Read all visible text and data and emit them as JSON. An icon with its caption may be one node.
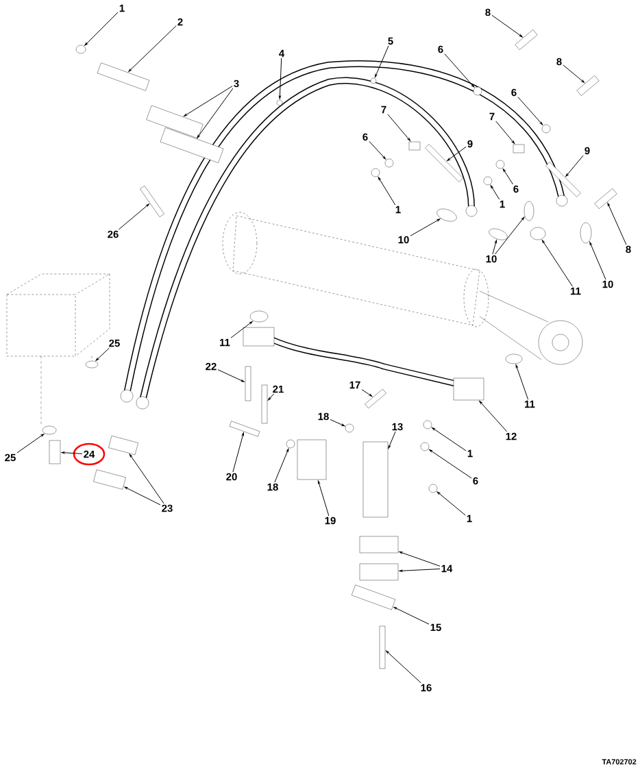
{
  "diagram": {
    "nodes": [
      {
        "text": [
          "1"
        ]
      },
      {
        "text": [],
        "shape": "circle"
      },
      {
        "text": [
          "2"
        ]
      },
      {
        "text": [],
        "shape": "box"
      },
      {
        "text": [
          "3"
        ]
      },
      {
        "text": [],
        "shape": "box"
      },
      {
        "text": [],
        "shape": "box"
      },
      {
        "text": [
          "4"
        ]
      },
      {
        "text": [],
        "shape": "circle"
      },
      {
        "text": [
          "5"
        ]
      },
      {
        "text": [],
        "shape": "circle"
      },
      {
        "text": [
          "8"
        ]
      },
      {
        "text": [],
        "shape": "box"
      },
      {
        "text": [
          "6"
        ]
      },
      {
        "text": [],
        "shape": "circle"
      },
      {
        "text": [
          "8"
        ]
      },
      {
        "text": [],
        "shape": "box"
      },
      {
        "text": [
          "6"
        ]
      },
      {
        "text": [],
        "shape": "circle"
      },
      {
        "text": [
          "7"
        ]
      },
      {
        "text": [],
        "shape": "box"
      },
      {
        "text": [
          "7"
        ]
      },
      {
        "text": [],
        "shape": "box"
      },
      {
        "text": [
          "9"
        ]
      },
      {
        "text": [],
        "shape": "box"
      },
      {
        "text": [
          "6"
        ]
      },
      {
        "text": [],
        "shape": "circle"
      },
      {
        "text": [
          "9"
        ]
      },
      {
        "text": [],
        "shape": "box"
      },
      {
        "text": [
          "1"
        ]
      },
      {
        "text": [],
        "shape": "circle"
      },
      {
        "text": [
          "6"
        ]
      },
      {
        "text": [],
        "shape": "circle"
      },
      {
        "text": [
          "1"
        ]
      },
      {
        "text": [],
        "shape": "circle"
      },
      {
        "text": [
          "10"
        ]
      },
      {
        "text": [],
        "shape": "circle"
      },
      {
        "text": [
          "10"
        ]
      },
      {
        "text": [],
        "shape": "circle"
      },
      {
        "text": [],
        "shape": "circle"
      },
      {
        "text": [
          "8"
        ]
      },
      {
        "text": [],
        "shape": "box"
      },
      {
        "text": [
          "11"
        ]
      },
      {
        "text": [],
        "shape": "circle"
      },
      {
        "text": [
          "10"
        ]
      },
      {
        "text": [],
        "shape": "circle"
      },
      {
        "text": [
          "11"
        ]
      },
      {
        "text": [],
        "shape": "circle"
      },
      {
        "text": [
          "22"
        ]
      },
      {
        "text": [],
        "shape": "box"
      },
      {
        "text": [
          "21"
        ]
      },
      {
        "text": [],
        "shape": "box"
      },
      {
        "text": [
          "17"
        ]
      },
      {
        "text": [],
        "shape": "box"
      },
      {
        "text": [
          "18"
        ]
      },
      {
        "text": [],
        "shape": "circle"
      },
      {
        "text": [
          "11"
        ]
      },
      {
        "text": [],
        "shape": "circle"
      },
      {
        "text": [
          "12"
        ]
      },
      {
        "text": [],
        "shape": "box"
      },
      {
        "text": [
          "13"
        ]
      },
      {
        "text": [],
        "shape": "box"
      },
      {
        "text": [
          "1"
        ]
      },
      {
        "text": [],
        "shape": "circle"
      },
      {
        "text": [
          "6"
        ]
      },
      {
        "text": [],
        "shape": "circle"
      },
      {
        "text": [
          "20"
        ]
      },
      {
        "text": [],
        "shape": "box"
      },
      {
        "text": [
          "18"
        ]
      },
      {
        "text": [],
        "shape": "circle"
      },
      {
        "text": [
          "19"
        ]
      },
      {
        "text": [],
        "shape": "box"
      },
      {
        "text": [
          "1"
        ]
      },
      {
        "text": [],
        "shape": "circle"
      },
      {
        "text": [
          "14"
        ]
      },
      {
        "text": [],
        "shape": "box"
      },
      {
        "text": [],
        "shape": "box"
      },
      {
        "text": [
          "15"
        ]
      },
      {
        "text": [],
        "shape": "box"
      },
      {
        "text": [
          "16"
        ]
      },
      {
        "text": [],
        "shape": "box"
      },
      {
        "text": [
          "25"
        ]
      },
      {
        "text": [],
        "shape": "circle"
      },
      {
        "text": [
          "25"
        ]
      },
      {
        "text": [],
        "shape": "circle"
      },
      {
        "text": [
          "24"
        ]
      },
      {
        "text": [],
        "shape": "box"
      },
      {
        "text": [
          "23"
        ]
      },
      {
        "text": [],
        "shape": "box"
      },
      {
        "text": [],
        "shape": "box"
      },
      {
        "text": [
          "26"
        ]
      },
      {
        "text": [],
        "shape": "box"
      }
    ],
    "edges": [
      {
        "from": 0,
        "to": 1,
        "arrow": "to"
      },
      {
        "from": 2,
        "to": 3,
        "arrow": "to"
      },
      {
        "from": 4,
        "to": 5,
        "arrow": "to"
      },
      {
        "from": 4,
        "to": 6,
        "arrow": "to"
      },
      {
        "from": 7,
        "to": 8,
        "arrow": "to"
      },
      {
        "from": 9,
        "to": 10,
        "arrow": "to"
      },
      {
        "from": 11,
        "to": 12,
        "arrow": "to"
      },
      {
        "from": 13,
        "to": 14,
        "arrow": "to"
      },
      {
        "from": 15,
        "to": 16,
        "arrow": "to"
      },
      {
        "from": 17,
        "to": 18,
        "arrow": "to"
      },
      {
        "from": 19,
        "to": 20,
        "arrow": "to"
      },
      {
        "from": 21,
        "to": 22,
        "arrow": "to"
      },
      {
        "from": 23,
        "to": 24,
        "arrow": "to"
      },
      {
        "from": 25,
        "to": 26,
        "arrow": "to"
      },
      {
        "from": 27,
        "to": 28,
        "arrow": "to"
      },
      {
        "from": 29,
        "to": 30,
        "arrow": "to"
      },
      {
        "from": 31,
        "to": 32,
        "arrow": "to"
      },
      {
        "from": 33,
        "to": 34,
        "arrow": "to"
      },
      {
        "from": 35,
        "to": 36,
        "arrow": "to"
      },
      {
        "from": 37,
        "to": 38,
        "arrow": "to"
      },
      {
        "from": 37,
        "to": 39,
        "arrow": "to"
      },
      {
        "from": 40,
        "to": 41,
        "arrow": "to"
      },
      {
        "from": 42,
        "to": 43,
        "arrow": "to"
      },
      {
        "from": 44,
        "to": 45,
        "arrow": "to"
      },
      {
        "from": 46,
        "to": 47,
        "arrow": "to"
      },
      {
        "from": 48,
        "to": 49,
        "arrow": "to"
      },
      {
        "from": 50,
        "to": 51,
        "arrow": "to"
      },
      {
        "from": 52,
        "to": 53,
        "arrow": "to"
      },
      {
        "from": 54,
        "to": 55,
        "arrow": "to"
      },
      {
        "from": 56,
        "to": 57,
        "arrow": "to"
      },
      {
        "from": 58,
        "to": 59,
        "arrow": "to"
      },
      {
        "from": 60,
        "to": 61,
        "arrow": "to"
      },
      {
        "from": 62,
        "to": 63,
        "arrow": "to"
      },
      {
        "from": 64,
        "to": 65,
        "arrow": "to"
      },
      {
        "from": 66,
        "to": 67,
        "arrow": "to"
      },
      {
        "from": 68,
        "to": 69,
        "arrow": "to"
      },
      {
        "from": 70,
        "to": 71,
        "arrow": "to"
      },
      {
        "from": 72,
        "to": 73,
        "arrow": "to"
      },
      {
        "from": 74,
        "to": 75,
        "arrow": "to"
      },
      {
        "from": 74,
        "to": 76,
        "arrow": "to"
      },
      {
        "from": 77,
        "to": 78,
        "arrow": "to"
      },
      {
        "from": 79,
        "to": 80,
        "arrow": "to"
      },
      {
        "from": 81,
        "to": 82,
        "arrow": "to"
      },
      {
        "from": 83,
        "to": 84,
        "arrow": "to"
      },
      {
        "from": 85,
        "to": 86,
        "arrow": "to"
      },
      {
        "from": 87,
        "to": 88,
        "arrow": "to"
      },
      {
        "from": 87,
        "to": 89,
        "arrow": "to"
      },
      {
        "from": 90,
        "to": 91,
        "arrow": "to"
      }
    ],
    "labels": [
      "TA702702"
    ]
  }
}
